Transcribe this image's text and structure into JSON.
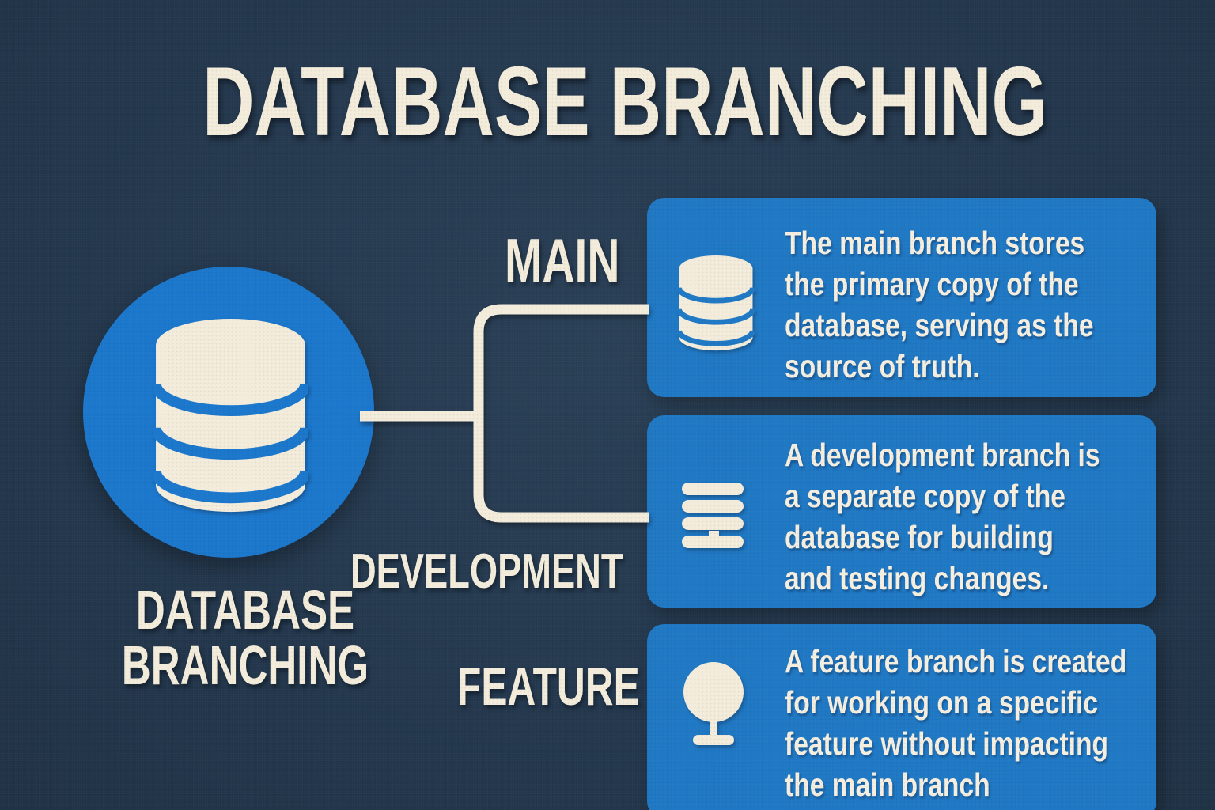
{
  "title": "DATABASE BRANCHING",
  "hub": {
    "icon": "database-icon",
    "caption_line1": "DATABASE",
    "caption_line2": "BRANCHING"
  },
  "branches": [
    {
      "label": "MAIN",
      "icon": "database-icon",
      "lines": [
        "The main branch stores",
        "the primary copy of the",
        "database, serving as the",
        "source of truth."
      ]
    },
    {
      "label": "DEVELOPMENT",
      "icon": "stack-icon",
      "lines": [
        "A development branch is",
        "a separate copy of the",
        "database for building",
        "and testing changes."
      ]
    },
    {
      "label": "FEATURE",
      "icon": "feature-node-icon",
      "lines": [
        "A feature branch is created",
        "for working on a specific",
        "feature without impacting",
        "the main branch"
      ]
    }
  ],
  "colors": {
    "background": "#24384e",
    "panel_blue": "#1f78c4",
    "hub_blue": "#1b77cc",
    "cream": "#f3ecdb"
  }
}
